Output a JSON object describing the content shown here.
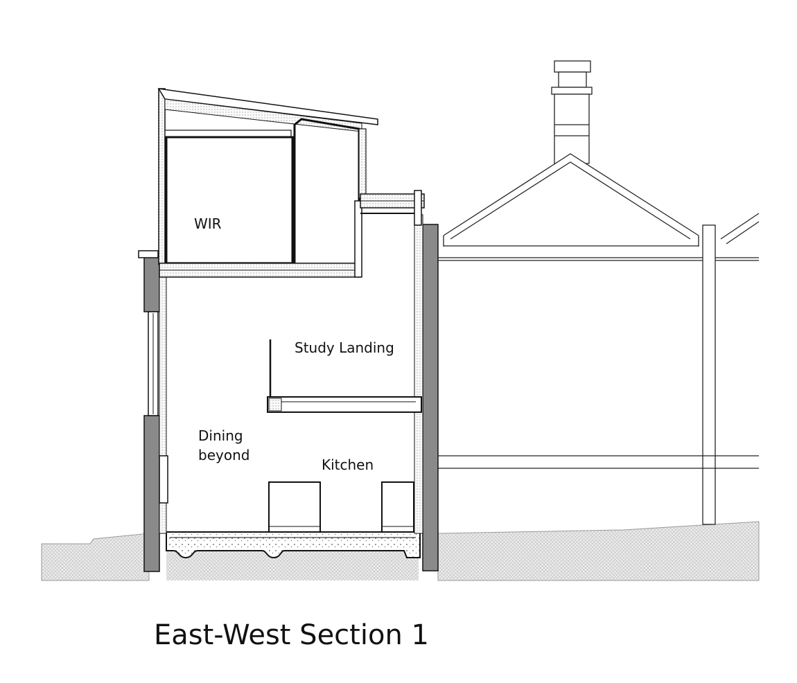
{
  "drawing": {
    "caption": "East-West Section 1",
    "rooms": {
      "wir": "WIR",
      "study_landing": "Study Landing",
      "dining_line1": "Dining",
      "dining_line2": "beyond",
      "kitchen": "Kitchen"
    }
  }
}
